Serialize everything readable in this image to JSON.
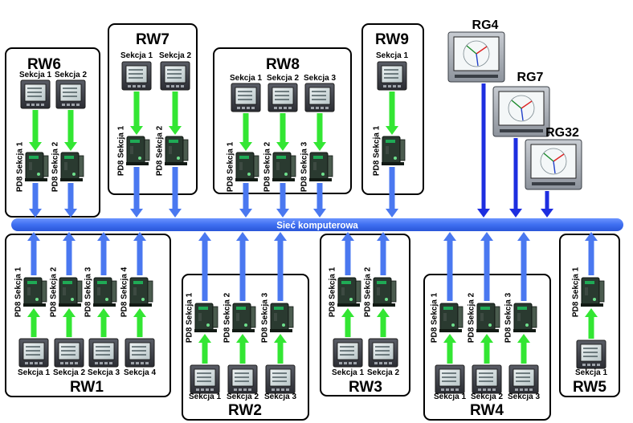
{
  "network": {
    "label": "Sieć komputerowa"
  },
  "colors": {
    "bus": "#3e6ff0",
    "meter_link": "#33e633",
    "bus_link": "#4a78f0",
    "recorder_link": "#1d2ee0",
    "box_border": "#000000",
    "module": "#2a3a30",
    "module_accent": "#1faa55"
  },
  "groups": [
    {
      "title": "RW6",
      "sections": [
        "Sekcja 1",
        "Sekcja 2"
      ],
      "pd8": [
        "PD8 Sekcja 1",
        "PD8 Sekcja 2"
      ]
    },
    {
      "title": "RW7",
      "sections": [
        "Sekcja 1",
        "Sekcja 2"
      ],
      "pd8": [
        "PD8 Sekcja 1",
        "PD8 Sekcja 2"
      ]
    },
    {
      "title": "RW8",
      "sections": [
        "Sekcja 1",
        "Sekcja 2",
        "Sekcja 3"
      ],
      "pd8": [
        "PD8 Sekcja 1",
        "PD8 Sekcja 2",
        "PD8 Sekcja 3"
      ]
    },
    {
      "title": "RW9",
      "sections": [
        "Sekcja 1"
      ],
      "pd8": [
        "PD8 Sekcja 1"
      ]
    },
    {
      "title": "RW1",
      "sections": [
        "Sekcja 1",
        "Sekcja 2",
        "Sekcja 3",
        "Sekcja 4"
      ],
      "pd8": [
        "PD8 Sekcja 1",
        "PD8 Sekcja 2",
        "PD8 Sekcja 3",
        "PD8 Sekcja 4"
      ]
    },
    {
      "title": "RW2",
      "sections": [
        "Sekcja 1",
        "Sekcja 2",
        "Sekcja 3"
      ],
      "pd8": [
        "PD8 Sekcja 1",
        "PD8 Sekcja 2",
        "PD8 Sekcja 3"
      ]
    },
    {
      "title": "RW3",
      "sections": [
        "Sekcja 1",
        "Sekcja 2"
      ],
      "pd8": [
        "PD8 Sekcja 1",
        "PD8 Sekcja 2"
      ]
    },
    {
      "title": "RW4",
      "sections": [
        "Sekcja 1",
        "Sekcja 2",
        "Sekcja 3"
      ],
      "pd8": [
        "PD8 Sekcja 1",
        "PD8 Sekcja 2",
        "PD8 Sekcja 3"
      ]
    },
    {
      "title": "RW5",
      "sections": [
        "Sekcja 1"
      ],
      "pd8": [
        "PD8 Sekcja 1"
      ]
    }
  ],
  "recorders": [
    {
      "title": "RG4"
    },
    {
      "title": "RG7"
    },
    {
      "title": "RG32"
    }
  ]
}
